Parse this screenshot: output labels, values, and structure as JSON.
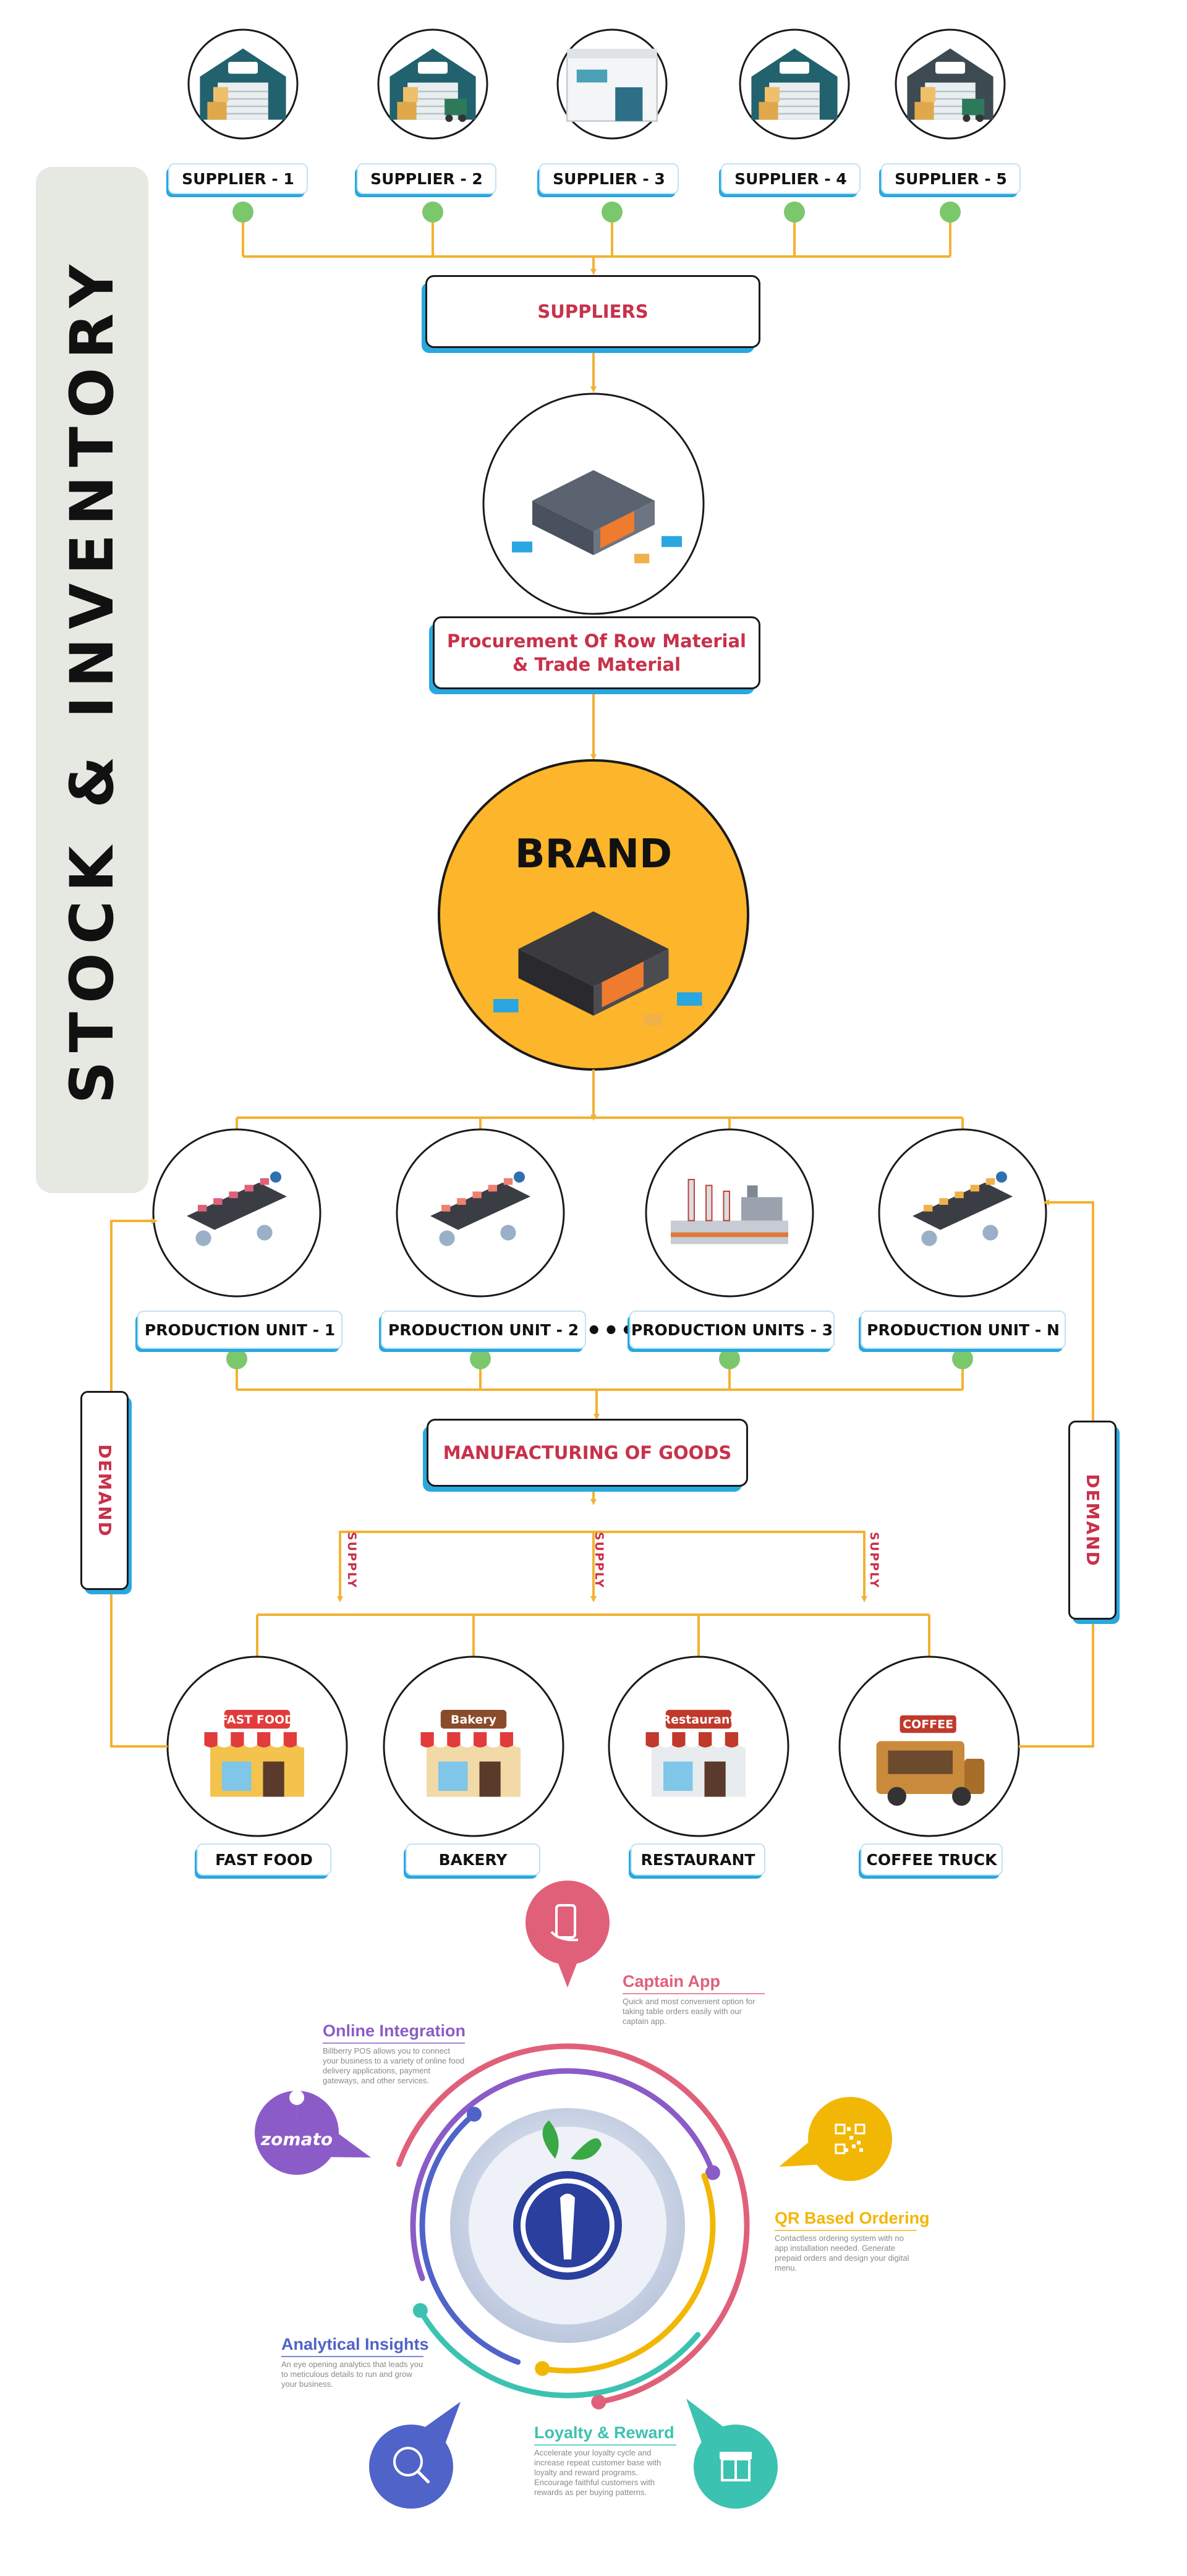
{
  "title": "STOCK & INVENTORY",
  "suppliers": [
    {
      "label": "SUPPLIER - 1",
      "icon": "warehouse-icon"
    },
    {
      "label": "SUPPLIER - 2",
      "icon": "warehouse-forklift-icon"
    },
    {
      "label": "SUPPLIER - 3",
      "icon": "storage-building-icon"
    },
    {
      "label": "SUPPLIER - 4",
      "icon": "warehouse-icon"
    },
    {
      "label": "SUPPLIER - 5",
      "icon": "warehouse-truck-icon"
    }
  ],
  "flow": {
    "suppliers_label": "SUPPLIERS",
    "procurement_line1": "Procurement Of Row Material",
    "procurement_line2": "& Trade Material",
    "brand": "BRAND",
    "manufacturing_label": "MANUFACTURING OF GOODS",
    "demand_label": "DEMAND",
    "supply_label": "SUPPLY",
    "ellipsis": "•••"
  },
  "production_units": [
    {
      "label": "PRODUCTION UNIT - 1",
      "icon": "assembly-line-icon"
    },
    {
      "label": "PRODUCTION UNIT - 2",
      "icon": "bakery-production-icon"
    },
    {
      "label": "PRODUCTION UNITS - 3",
      "icon": "factory-icon"
    },
    {
      "label": "PRODUCTION UNIT - N",
      "icon": "conveyor-workers-icon"
    }
  ],
  "outlets": [
    {
      "label": "FAST FOOD",
      "icon": "fast-food-shop-icon",
      "sign": "FAST FOOD"
    },
    {
      "label": "BAKERY",
      "icon": "bakery-shop-icon",
      "sign": "Bakery"
    },
    {
      "label": "RESTAURANT",
      "icon": "restaurant-icon",
      "sign": "Restaurant"
    },
    {
      "label": "COFFEE TRUCK",
      "icon": "coffee-truck-icon",
      "sign": "COFFEE"
    }
  ],
  "features": [
    {
      "title": "Captain App",
      "desc": "Quick and most convenient option for taking table orders easily with our captain app.",
      "color": "#e0607a",
      "icon": "phone-hand-icon"
    },
    {
      "title": "Online Integration",
      "desc": "Billberry POS allows you to connect your business to a variety of online food delivery applications, payment gateways, and other services.",
      "color": "#8b5cc7",
      "icon": "zomato-logo-icon",
      "brand_text": "zomato"
    },
    {
      "title": "QR Based Ordering",
      "desc": "Contactless ordering system with no app installation needed. Generate prepaid orders and design your digital menu.",
      "color": "#f2b705",
      "icon": "qr-code-icon"
    },
    {
      "title": "Analytical Insights",
      "desc": "An eye opening analytics that leads you to meticulous details to run and grow your business.",
      "color": "#4f63c9",
      "icon": "magnifier-chart-icon"
    },
    {
      "title": "Loyalty & Reward",
      "desc": "Accelerate your loyalty cycle and increase repeat customer base with loyalty and reward programs. Encourage faithful customers with rewards as per buying patterns.",
      "color": "#3cc2b0",
      "icon": "gift-icon"
    }
  ],
  "colors": {
    "connector": "#f2b233",
    "node_dot": "#7bc86c",
    "accent_red": "#c8314a",
    "accent_blue": "#29a8e0",
    "brand_fill": "#fdb52b",
    "side_panel": "#e6e9e2",
    "hub_logo": "#2a3f9e",
    "leaf": "#3aa845"
  }
}
